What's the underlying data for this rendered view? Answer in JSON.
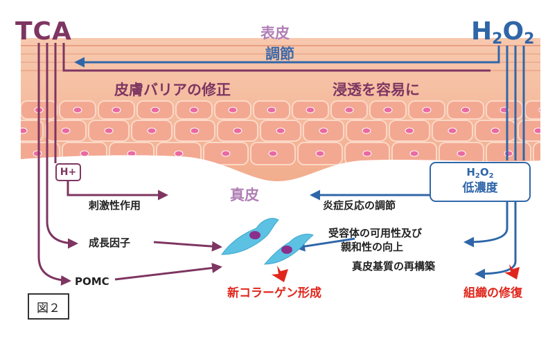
{
  "title_left": "TCA",
  "title_right": {
    "base_h": "H",
    "sub_1": "2",
    "base_o": "O",
    "sub_2": "2"
  },
  "labels": {
    "epidermis": "表皮",
    "regulation": "調節",
    "barrier_fix": "皮膚バリアの修正",
    "permeation": "浸透を容易に",
    "dermis": "真皮",
    "h_plus": "H+",
    "stimulation": "刺激性作用",
    "inflammation": "炎症反応の調節",
    "growth_factor": "成長因子",
    "receptor_line1": "受容体の可用性及び",
    "receptor_line2": "親和性の向上",
    "pomc": "POMC",
    "matrix": "真皮基質の再構築",
    "new_collagen": "新コラーゲン形成",
    "tissue_repair": "組織の修復",
    "low_conc": "低濃度"
  },
  "figure_label": "図２",
  "colors": {
    "tca": "#7e3561",
    "h2o2": "#2f66a8",
    "epidermis": "#b07fb5",
    "result": "#e0261c",
    "skin": "#f5c0a3",
    "cell": "#f09a86",
    "cell_core": "#e96aa1",
    "fibroblast": "#5cc1e3"
  },
  "icons": [
    "fibroblast-cell-icon",
    "red-down-arrow-icon"
  ]
}
